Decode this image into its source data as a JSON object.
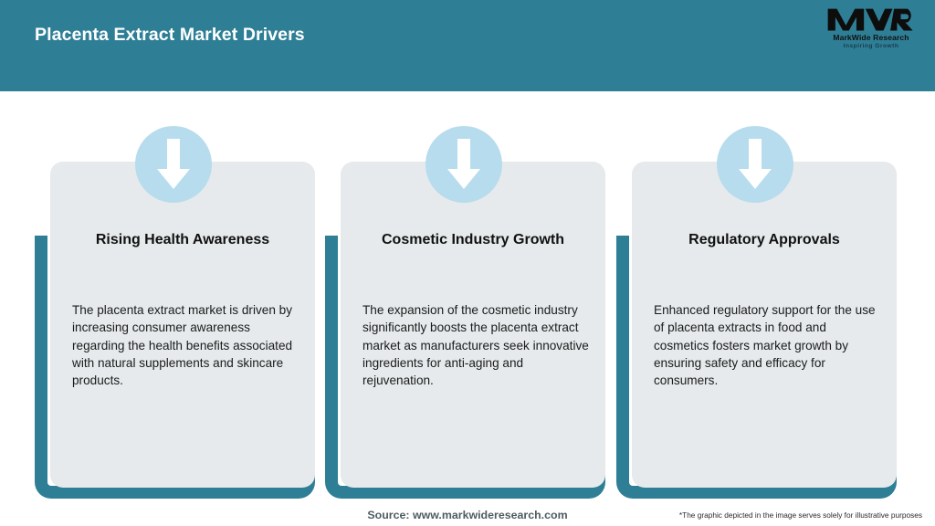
{
  "header": {
    "title": "Placenta Extract Market Drivers",
    "background_color": "#2e7f96",
    "logo": {
      "mark": "MWR",
      "name": "MarkWide Research",
      "tagline": "Inspiring Growth"
    }
  },
  "theme": {
    "accent_teal": "#2e7f96",
    "panel_grey": "#e6eaec",
    "icon_circle_blue": "#b7dced",
    "page_background": "#ffffff"
  },
  "cards": [
    {
      "icon": "arrow-down-icon",
      "title": "Rising Health Awareness",
      "body": "The placenta extract market is driven by increasing consumer awareness regarding the health benefits associated with natural supplements and skincare products."
    },
    {
      "icon": "arrow-down-icon",
      "title": "Cosmetic Industry Growth",
      "body": "The expansion of the cosmetic industry significantly boosts the placenta extract market as manufacturers seek innovative ingredients for anti-aging and rejuvenation."
    },
    {
      "icon": "arrow-down-icon",
      "title": "Regulatory Approvals",
      "body": "Enhanced regulatory support for the use of placenta extracts in food and cosmetics fosters market growth by ensuring safety and efficacy for consumers."
    }
  ],
  "footer": {
    "source": "Source: www.markwideresearch.com",
    "disclaimer": "*The graphic depicted in the image serves solely for illustrative purposes"
  }
}
